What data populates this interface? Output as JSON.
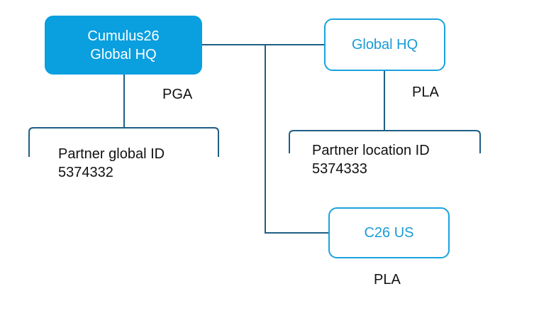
{
  "colors": {
    "primary_fill": "#0a9fdf",
    "outline_border": "#1aa3dd",
    "outline_text": "#1a9bd7",
    "connector": "#1f5f85",
    "text": "#111111"
  },
  "nodes": {
    "root": {
      "line1": "Cumulus26",
      "line2": "Global HQ"
    },
    "global_hq": {
      "label": "Global HQ"
    },
    "c26_us": {
      "label": "C26 US"
    }
  },
  "labels": {
    "pga": "PGA",
    "pla_global_hq": "PLA",
    "pla_c26_us": "PLA"
  },
  "brackets": {
    "partner_global": {
      "title": "Partner global ID",
      "id": "5374332"
    },
    "partner_location": {
      "title": "Partner location ID",
      "id": "5374333"
    }
  }
}
